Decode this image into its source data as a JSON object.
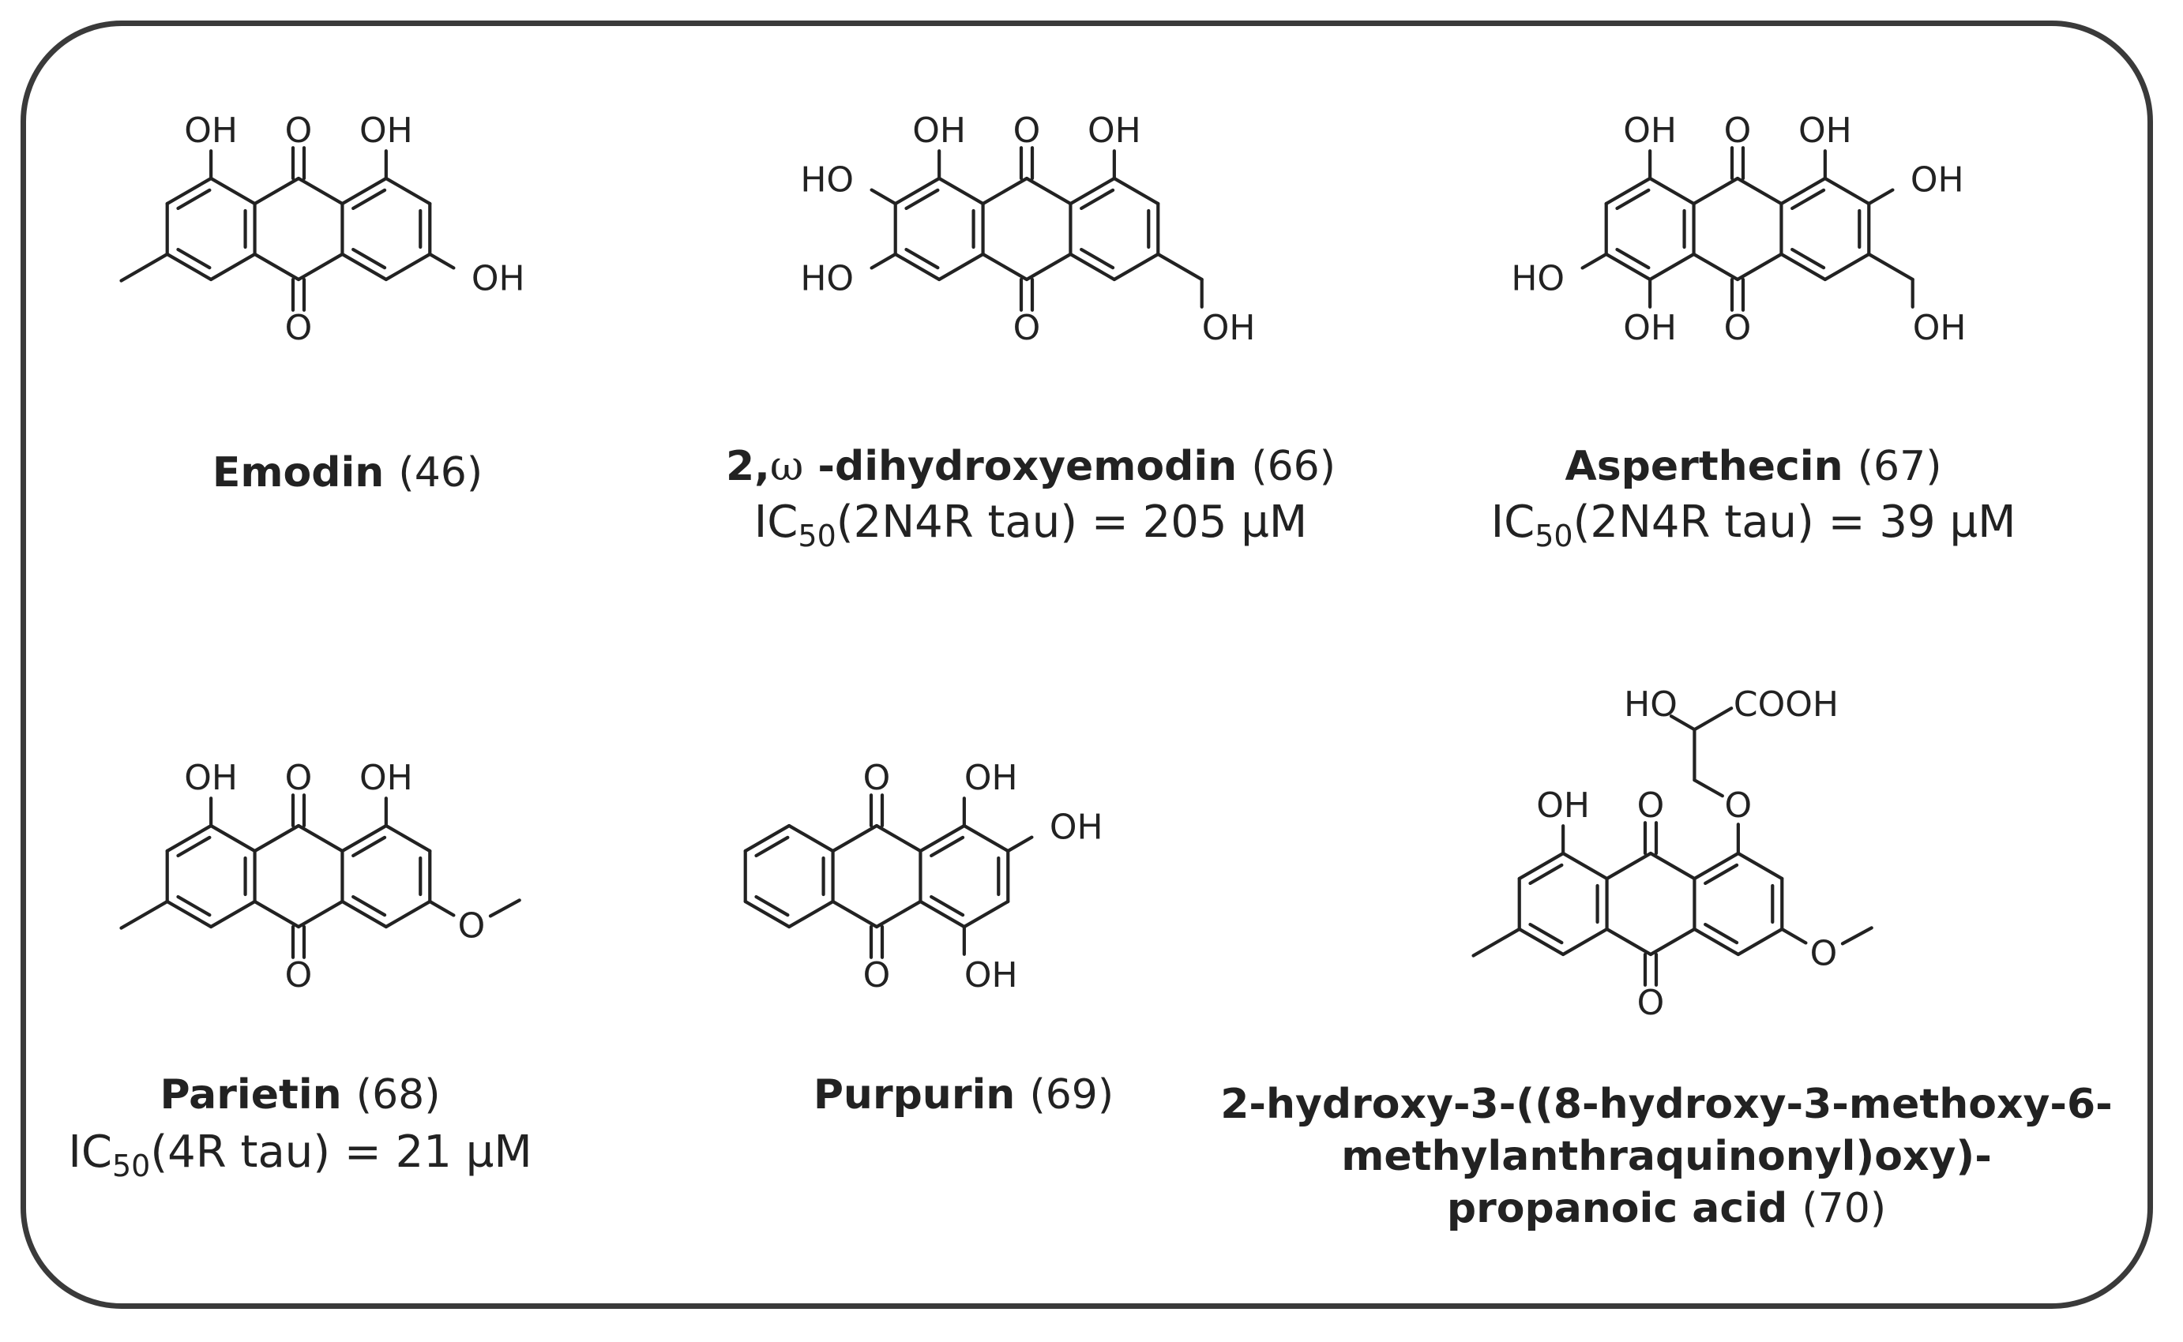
{
  "compounds": [
    {
      "id": "46",
      "name": "Emodin",
      "name_num": "(46)"
    },
    {
      "id": "66",
      "name_prefix": "2,",
      "name_greek": "ω",
      "name_rest": " -dihydroxyemodin",
      "name_num": "(66)",
      "ic_label": "IC",
      "ic_sub": "50",
      "ic_rest": "(2N4R tau) =  205 µM"
    },
    {
      "id": "67",
      "name": "Asperthecin",
      "name_num": "(67)",
      "ic_label": "IC",
      "ic_sub": "50",
      "ic_rest": "(2N4R tau) =  39 µM"
    },
    {
      "id": "68",
      "name": "Parietin",
      "name_num": "(68)",
      "ic_label": "IC",
      "ic_sub": "50",
      "ic_rest": "(4R tau) =  21 µM"
    },
    {
      "id": "69",
      "name": "Purpurin",
      "name_num": "(69)"
    },
    {
      "id": "70",
      "name_line1": "2-hydroxy-3-((8-hydroxy-3-methoxy-6-",
      "name_line2": "methylanthraquinonyl)oxy)-",
      "name_line3": "propanoic acid",
      "name_num": "(70)"
    }
  ],
  "atom_labels": {
    "oh": "OH",
    "ho": "HO",
    "o": "O",
    "cooh": "COOH"
  }
}
